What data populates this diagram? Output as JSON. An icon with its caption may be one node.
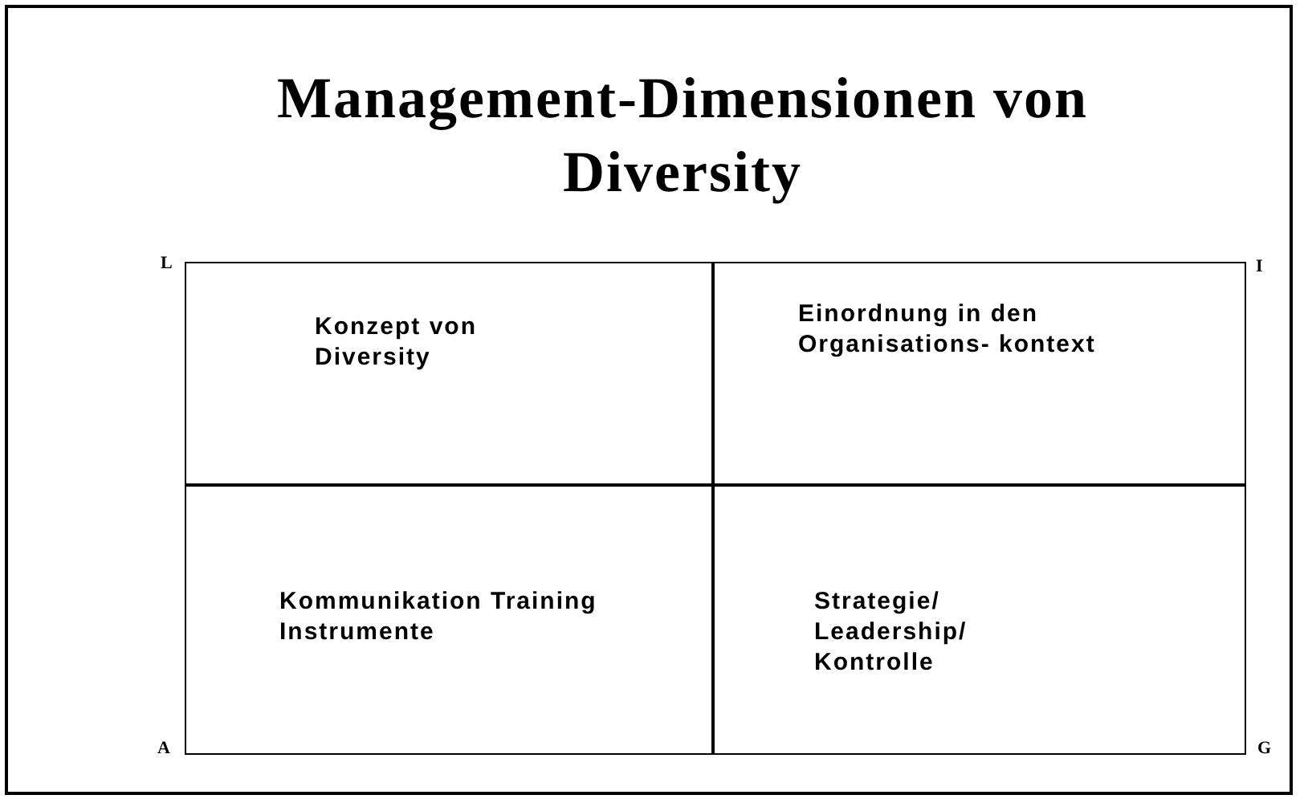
{
  "diagram": {
    "title": "Management-Dimensionen von Diversity",
    "nodes": [
      {
        "text": [
          "Konzept von Diversity"
        ]
      },
      {
        "text": [
          "Einordnung in den Organisations- kontext"
        ]
      },
      {
        "text": [
          "Kommunikation Training Instrumente"
        ]
      },
      {
        "text": [
          "Strategie/ Leadership/ Kontrolle"
        ]
      }
    ],
    "labels": [
      "L",
      "I",
      "A",
      "G"
    ]
  }
}
